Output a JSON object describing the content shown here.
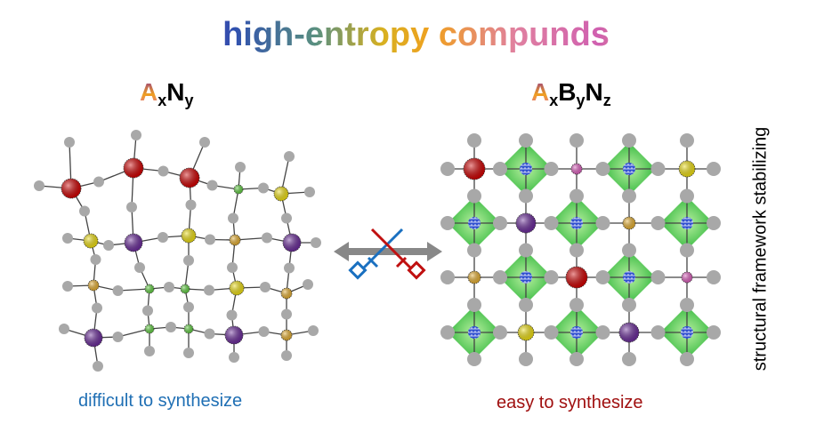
{
  "title": "high-entropy compunds",
  "left": {
    "formula": {
      "A": "A",
      "x": "x",
      "N": "N",
      "y": "y"
    },
    "caption": "difficult to synthesize",
    "caption_color": "#1f6fb4"
  },
  "right": {
    "formula": {
      "A": "A",
      "x": "x",
      "B": "B",
      "y": "y",
      "N": "N",
      "z": "z"
    },
    "caption": "easy to synthesize",
    "caption_color": "#a01010"
  },
  "side_label": "structural framework stabilizing",
  "colors": {
    "red": "#d00000",
    "purple": "#6a2a9a",
    "yellow": "#f0e010",
    "orange": "#e8b030",
    "green": "#60d040",
    "pink": "#e060c0",
    "grey": "#a8a8a8",
    "octa": "#3cc040",
    "arrow": "#888888"
  }
}
